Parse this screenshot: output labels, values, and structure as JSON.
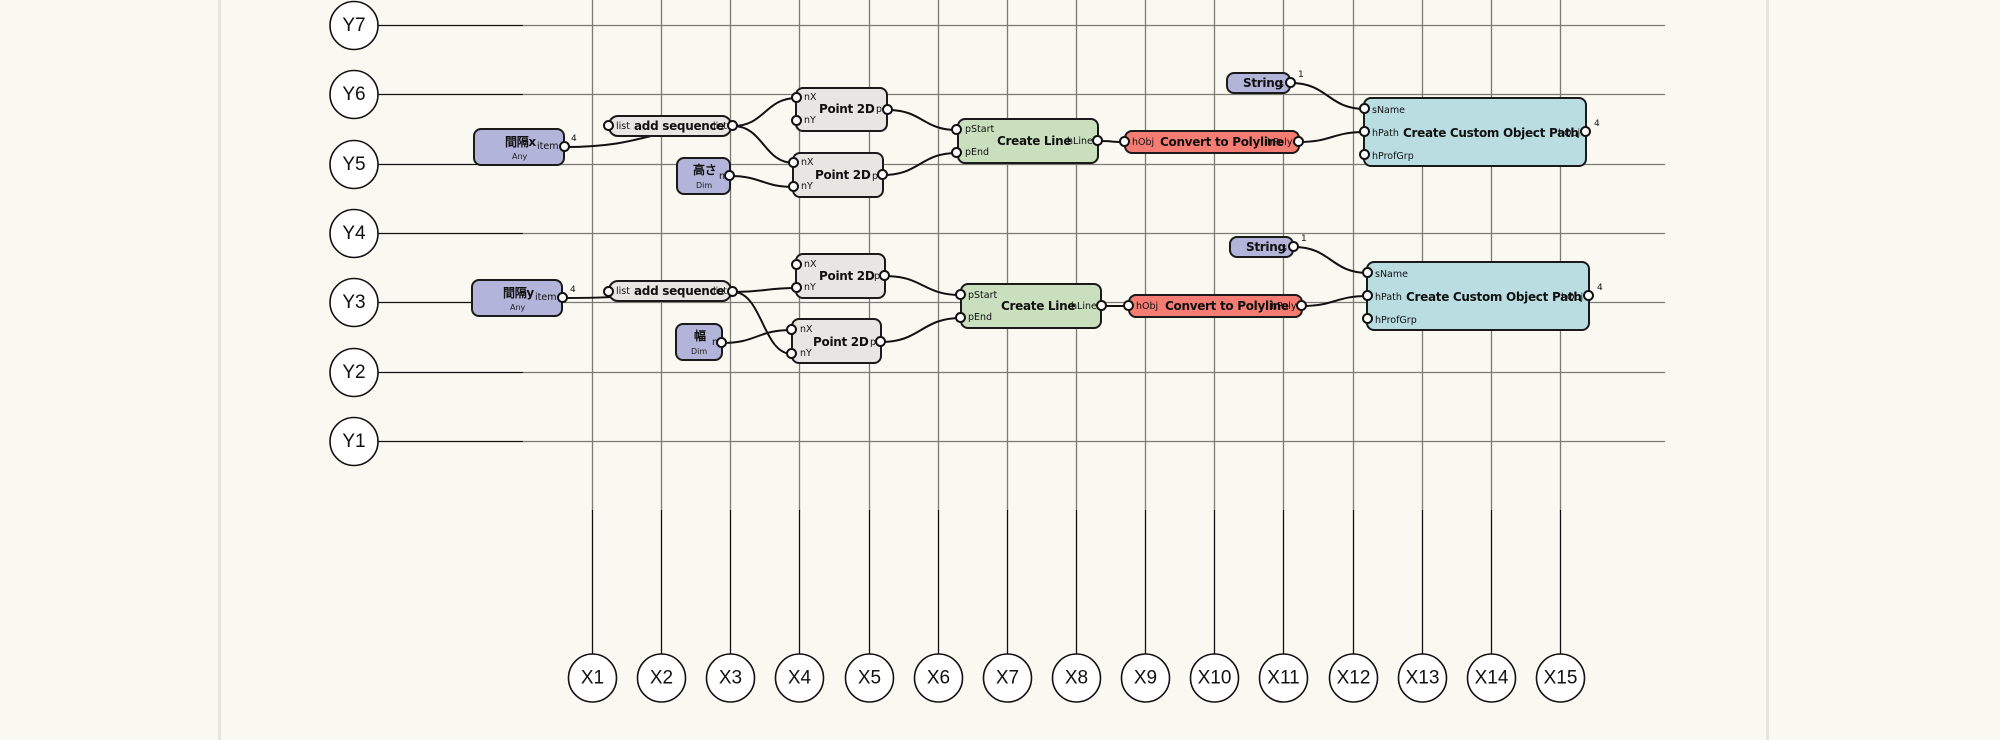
{
  "grid": {
    "x_labels": [
      "X1",
      "X2",
      "X3",
      "X4",
      "X5",
      "X6",
      "X7",
      "X8",
      "X9",
      "X10",
      "X11",
      "X12",
      "X13",
      "X14",
      "X15"
    ],
    "y_labels": [
      "Y7",
      "Y6",
      "Y5",
      "Y4",
      "Y3",
      "Y2",
      "Y1"
    ]
  },
  "colors": {
    "background": "#f9f8f1",
    "input_node": "#b3b4da",
    "generic_node": "#e8e6e3",
    "line_node": "#c9dfbe",
    "convert_node": "#f47c72",
    "object_node": "#b9dde0"
  },
  "nodes": {
    "interval_x": {
      "title": "間隔x",
      "type": "Any",
      "out_port": "item",
      "badge": "4"
    },
    "seq_1": {
      "in_port": "list",
      "hint": "add sequence",
      "out_port": "list"
    },
    "height": {
      "title": "高さ",
      "type": "Dim",
      "out_port": "n"
    },
    "point_1a": {
      "title": "Point 2D",
      "in_x": "nX",
      "in_y": "nY",
      "out_port": "p"
    },
    "point_1b": {
      "title": "Point 2D",
      "in_x": "nX",
      "in_y": "nY",
      "out_port": "p"
    },
    "line_1": {
      "title": "Create Line",
      "in_start": "pStart",
      "in_end": "pEnd",
      "out_port": "hLine"
    },
    "poly_1": {
      "title": "Convert to Polyline",
      "in_port": "hObj",
      "out_port": "hPoly"
    },
    "string_1": {
      "title": "String",
      "out_port": "s",
      "badge": "1"
    },
    "custom_1": {
      "title": "Create Custom Object Path",
      "in_name": "sName",
      "in_path": "hPath",
      "in_prof": "hProfGrp",
      "out_port": "hObj",
      "badge": "4"
    },
    "interval_y": {
      "title": "間隔y",
      "type": "Any",
      "out_port": "item",
      "badge": "4"
    },
    "seq_2": {
      "in_port": "list",
      "hint": "add sequence",
      "out_port": "list"
    },
    "width": {
      "title": "幅",
      "type": "Dim",
      "out_port": "n"
    },
    "point_2a": {
      "title": "Point 2D",
      "in_x": "nX",
      "in_y": "nY",
      "out_port": "p"
    },
    "point_2b": {
      "title": "Point 2D",
      "in_x": "nX",
      "in_y": "nY",
      "out_port": "p"
    },
    "line_2": {
      "title": "Create Line",
      "in_start": "pStart",
      "in_end": "pEnd",
      "out_port": "hLine"
    },
    "poly_2": {
      "title": "Convert to Polyline",
      "in_port": "hObj",
      "out_port": "hPoly"
    },
    "string_2": {
      "title": "String",
      "out_port": "s",
      "badge": "1"
    },
    "custom_2": {
      "title": "Create Custom Object Path",
      "in_name": "sName",
      "in_path": "hPath",
      "in_prof": "hProfGrp",
      "out_port": "hObj",
      "badge": "4"
    }
  },
  "connections": [
    [
      "interval_x.item",
      "seq_1.list"
    ],
    [
      "seq_1.list",
      "point_1a.nX"
    ],
    [
      "seq_1.list",
      "point_1b.nX"
    ],
    [
      "height.n",
      "point_1b.nY"
    ],
    [
      "point_1a.p",
      "line_1.pStart"
    ],
    [
      "point_1b.p",
      "line_1.pEnd"
    ],
    [
      "line_1.hLine",
      "poly_1.hObj"
    ],
    [
      "poly_1.hPoly",
      "custom_1.hPath"
    ],
    [
      "string_1.s",
      "custom_1.sName"
    ],
    [
      "interval_y.item",
      "seq_2.list"
    ],
    [
      "seq_2.list",
      "point_2a.nY"
    ],
    [
      "seq_2.list",
      "point_2b.nY"
    ],
    [
      "width.n",
      "point_2b.nX"
    ],
    [
      "point_2a.p",
      "line_2.pStart"
    ],
    [
      "point_2b.p",
      "line_2.pEnd"
    ],
    [
      "line_2.hLine",
      "poly_2.hObj"
    ],
    [
      "poly_2.hPoly",
      "custom_2.hPath"
    ],
    [
      "string_2.s",
      "custom_2.sName"
    ]
  ]
}
